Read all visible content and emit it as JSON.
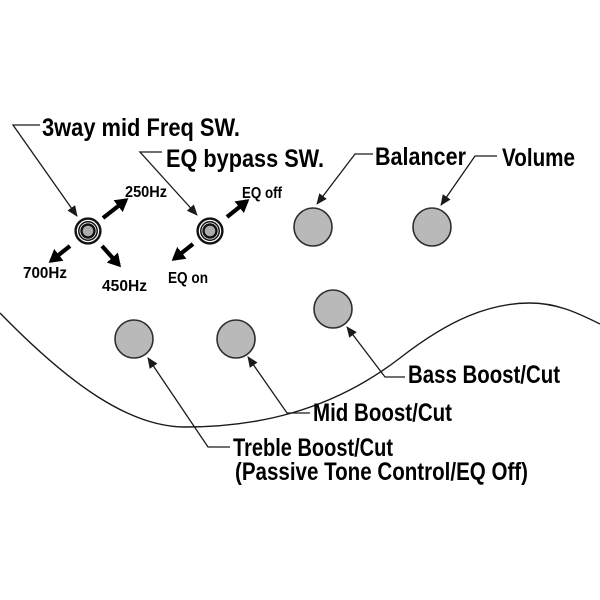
{
  "labels": {
    "freq_switch": "3way mid Freq SW.",
    "eq_bypass_switch": "EQ bypass SW.",
    "balancer": "Balancer",
    "volume": "Volume",
    "bass": "Bass Boost/Cut",
    "mid": "Mid Boost/Cut",
    "treble": "Treble Boost/Cut",
    "treble_note": "(Passive Tone Control/EQ Off)"
  },
  "switch_positions": {
    "freq_250": "250Hz",
    "freq_700": "700Hz",
    "freq_450": "450Hz",
    "eq_off": "EQ off",
    "eq_on": "EQ on"
  },
  "colors": {
    "background": "#ffffff",
    "knob_fill": "#b9b9b9",
    "knob_stroke": "#2f2f2f",
    "switch_center_fill": "#ababab",
    "line": "#1a1a1a",
    "text": "#000000"
  }
}
